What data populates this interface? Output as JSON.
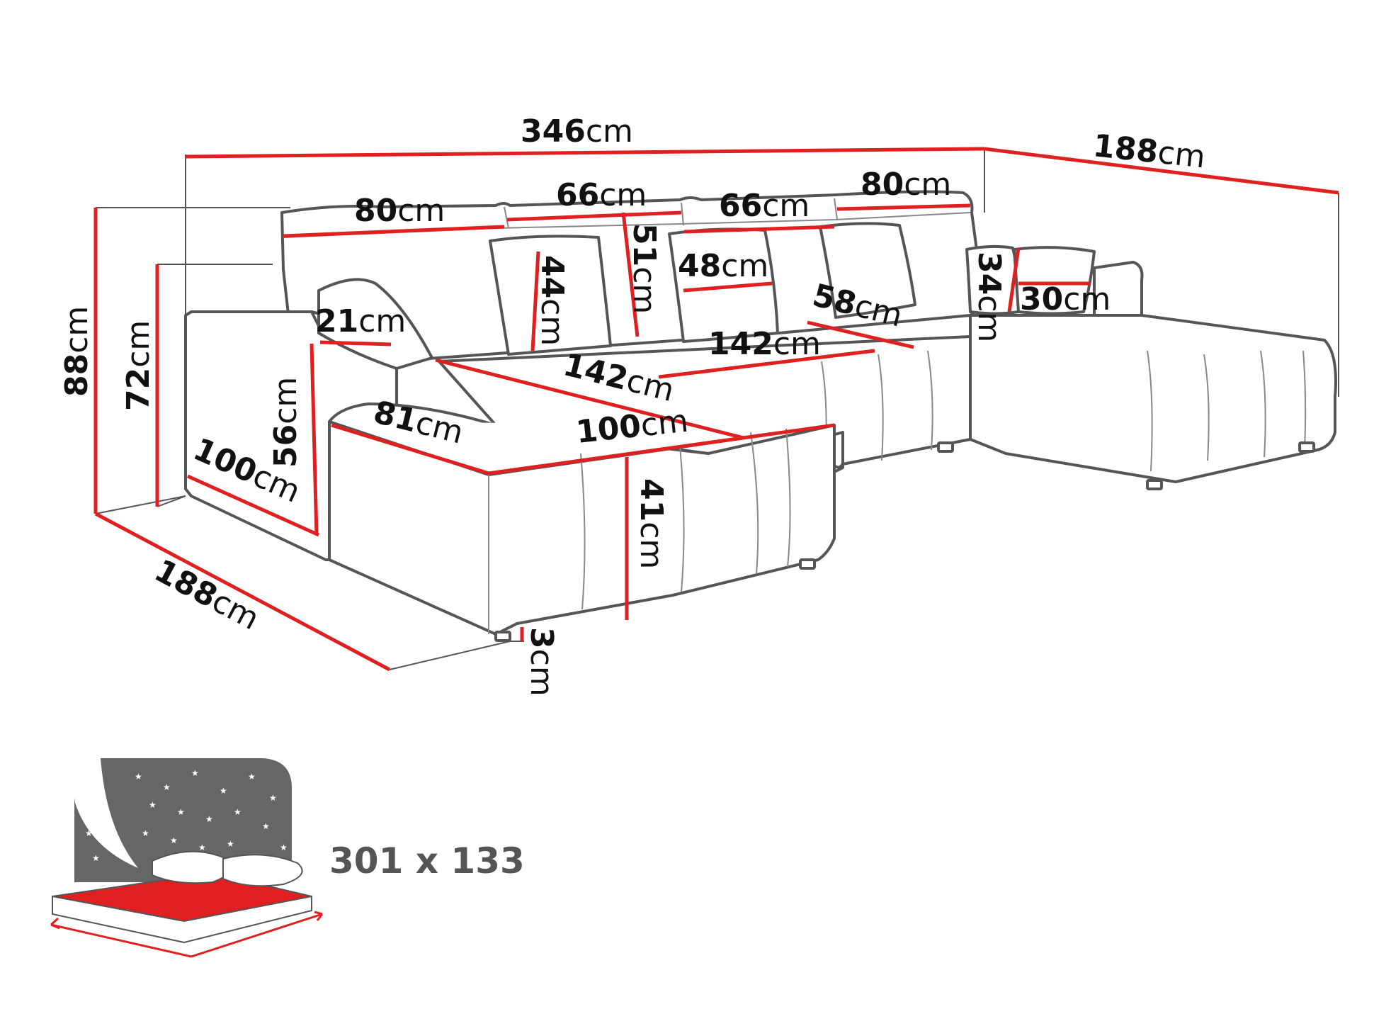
{
  "dimensions": {
    "total_width": {
      "value": "346",
      "unit": "cm"
    },
    "right_depth": {
      "value": "188",
      "unit": "cm"
    },
    "left_depth": {
      "value": "188",
      "unit": "cm"
    },
    "total_height": {
      "value": "88",
      "unit": "cm"
    },
    "back_height": {
      "value": "72",
      "unit": "cm"
    },
    "armrest_height": {
      "value": "56",
      "unit": "cm"
    },
    "armrest_width": {
      "value": "21",
      "unit": "cm"
    },
    "armrest_depth": {
      "value": "100",
      "unit": "cm"
    },
    "cushion_1": {
      "value": "80",
      "unit": "cm"
    },
    "cushion_2": {
      "value": "66",
      "unit": "cm"
    },
    "cushion_3": {
      "value": "66",
      "unit": "cm"
    },
    "cushion_4": {
      "value": "80",
      "unit": "cm"
    },
    "back_cushion_height": {
      "value": "51",
      "unit": "cm"
    },
    "pillow_height": {
      "value": "44",
      "unit": "cm"
    },
    "pillow_width": {
      "value": "48",
      "unit": "cm"
    },
    "small_pillow_height": {
      "value": "34",
      "unit": "cm"
    },
    "small_pillow_width": {
      "value": "30",
      "unit": "cm"
    },
    "seat_depth_right": {
      "value": "58",
      "unit": "cm"
    },
    "seat_width_center": {
      "value": "142",
      "unit": "cm"
    },
    "seat_width_left": {
      "value": "142",
      "unit": "cm"
    },
    "chaise_depth": {
      "value": "100",
      "unit": "cm"
    },
    "chaise_width": {
      "value": "81",
      "unit": "cm"
    },
    "seat_height": {
      "value": "41",
      "unit": "cm"
    },
    "leg_height": {
      "value": "3",
      "unit": "cm"
    }
  },
  "sleeping_area": {
    "label": "301 x 133",
    "icon": "bed-night-icon"
  },
  "colors": {
    "dimension_line": "#e02020",
    "outline": "#555555",
    "mattress": "#e02020",
    "night_sky": "#666666"
  }
}
